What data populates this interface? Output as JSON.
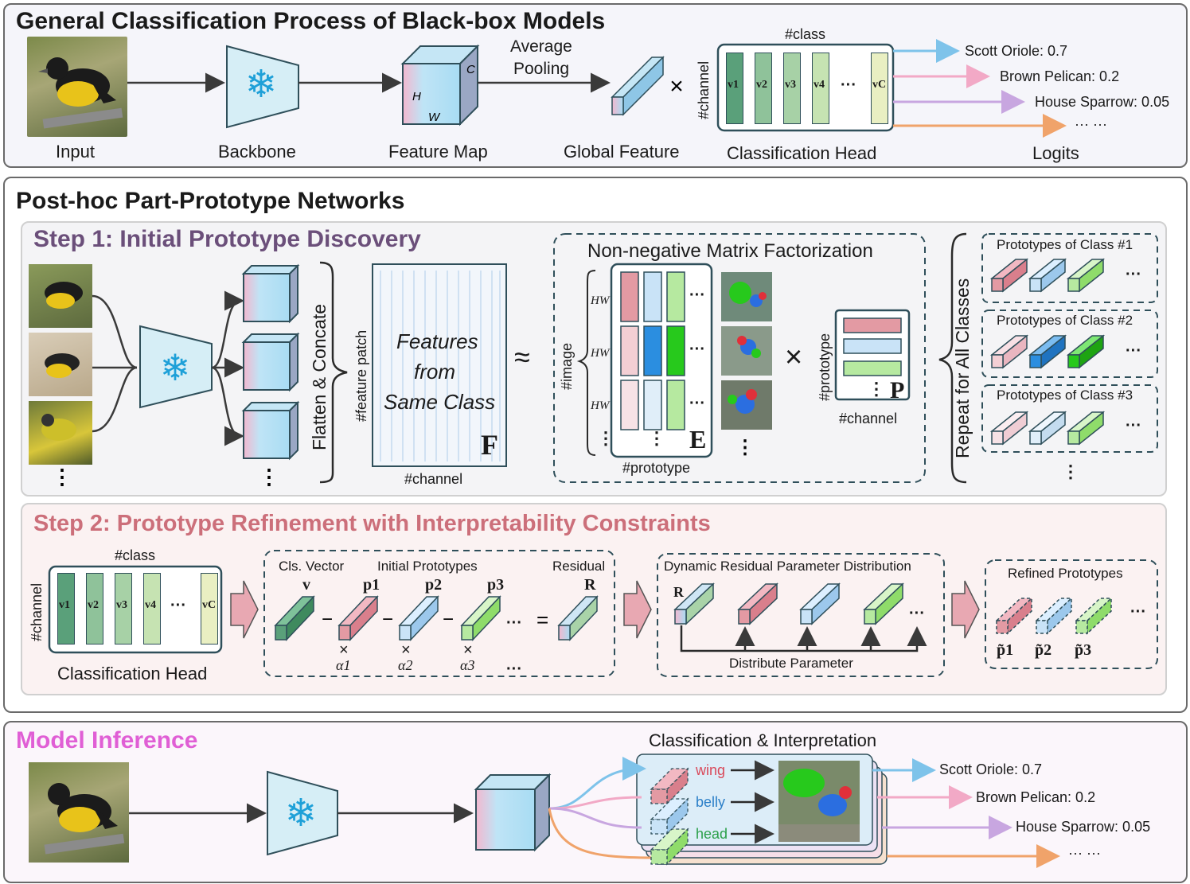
{
  "panel1": {
    "title": "General Classification Process of Black-box Models",
    "labels": {
      "input": "Input",
      "backbone": "Backbone",
      "feature_map": "Feature Map",
      "global_feature": "Global Feature",
      "classification_head": "Classification Head",
      "logits": "Logits",
      "pooling_line1": "Average",
      "pooling_line2": "Pooling",
      "class_axis": "#class",
      "channel_axis": "#channel"
    },
    "cube_letters": {
      "h": "H",
      "w": "W",
      "c": "C"
    },
    "head_vectors": [
      "v1",
      "v2",
      "v3",
      "v4",
      "···",
      "vC"
    ],
    "logits": [
      "Scott Oriole: 0.7",
      "Brown Pelican: 0.2",
      "House Sparrow: 0.05",
      "···  ···"
    ]
  },
  "panel2": {
    "title": "Post-hoc Part-Prototype Networks",
    "step1": {
      "title": "Step 1: Initial Prototype Discovery",
      "flatten": "Flatten & Concate",
      "feature_patch": "#feature patch",
      "channel": "#channel",
      "features_text": [
        "Features",
        "from",
        "Same Class"
      ],
      "F": "F",
      "approx": "≈",
      "nmf_title": "Non-negative Matrix Factorization",
      "image_axis": "#image",
      "hw": "HW",
      "prototype_axis": "#prototype",
      "E": "E",
      "times": "×",
      "P": "P",
      "repeat": "Repeat for All Classes",
      "class_boxes": [
        "Prototypes of Class #1",
        "Prototypes of Class #2",
        "Prototypes of Class #3"
      ],
      "dots": "···",
      "vdots": "⋮"
    },
    "step2": {
      "title": "Step 2: Prototype Refinement with Interpretability Constraints",
      "class_axis": "#class",
      "channel_axis": "#channel",
      "head_vectors": [
        "v1",
        "v2",
        "v3",
        "v4",
        "···",
        "vC"
      ],
      "classification_head": "Classification Head",
      "cls_vector": "Cls. Vector",
      "initial_prototypes": "Initial Prototypes",
      "residual": "Residual",
      "symbols": [
        "v",
        "p1",
        "p2",
        "p3",
        "R"
      ],
      "alphas": [
        "α1",
        "α2",
        "α3"
      ],
      "dynamic_title": "Dynamic Residual Parameter Distribution",
      "distribute": "Distribute Parameter",
      "refined_title": "Refined Prototypes",
      "refined": [
        "p̃1",
        "p̃2",
        "p̃3"
      ]
    }
  },
  "panel3": {
    "title": "Model Inference",
    "cls_interp": "Classification & Interpretation",
    "parts": [
      "wing",
      "belly",
      "head"
    ],
    "logits": [
      "Scott Oriole: 0.7",
      "Brown Pelican: 0.2",
      "House Sparrow: 0.05",
      "···  ···"
    ]
  },
  "colors": {
    "blue_arrow": "#7ec3ea",
    "pink_arrow": "#f2a9c6",
    "purple_arrow": "#c8a6e0",
    "orange_arrow": "#f0a36a",
    "step1_title": "#6b4f7a",
    "step2_title": "#cc6f7a",
    "inference_title": "#e05fd5"
  }
}
